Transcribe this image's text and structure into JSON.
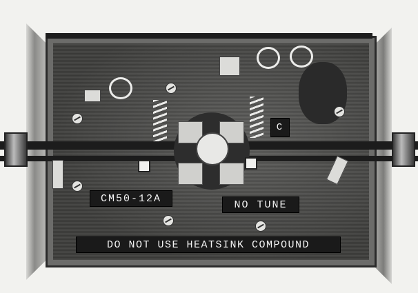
{
  "image": {
    "description": "Black-and-white photograph of a VHF/UHF RF power amplifier module built in an open metal enclosure, with coaxial connectors on the left and right sides, a central power transistor with stripline pads, air-wound coils, trimmer capacitors, and labeling tape.",
    "labels": {
      "part_number": "CM50-12A",
      "tuning_note": "NO TUNE",
      "warning": "DO NOT USE HEATSINK COMPOUND",
      "marker": "C"
    },
    "colors": {
      "label_background": "#1a1a1a",
      "label_text": "#f4f4f4",
      "enclosure": "#4a4a48",
      "paper_background": "#f2f2ef"
    }
  }
}
